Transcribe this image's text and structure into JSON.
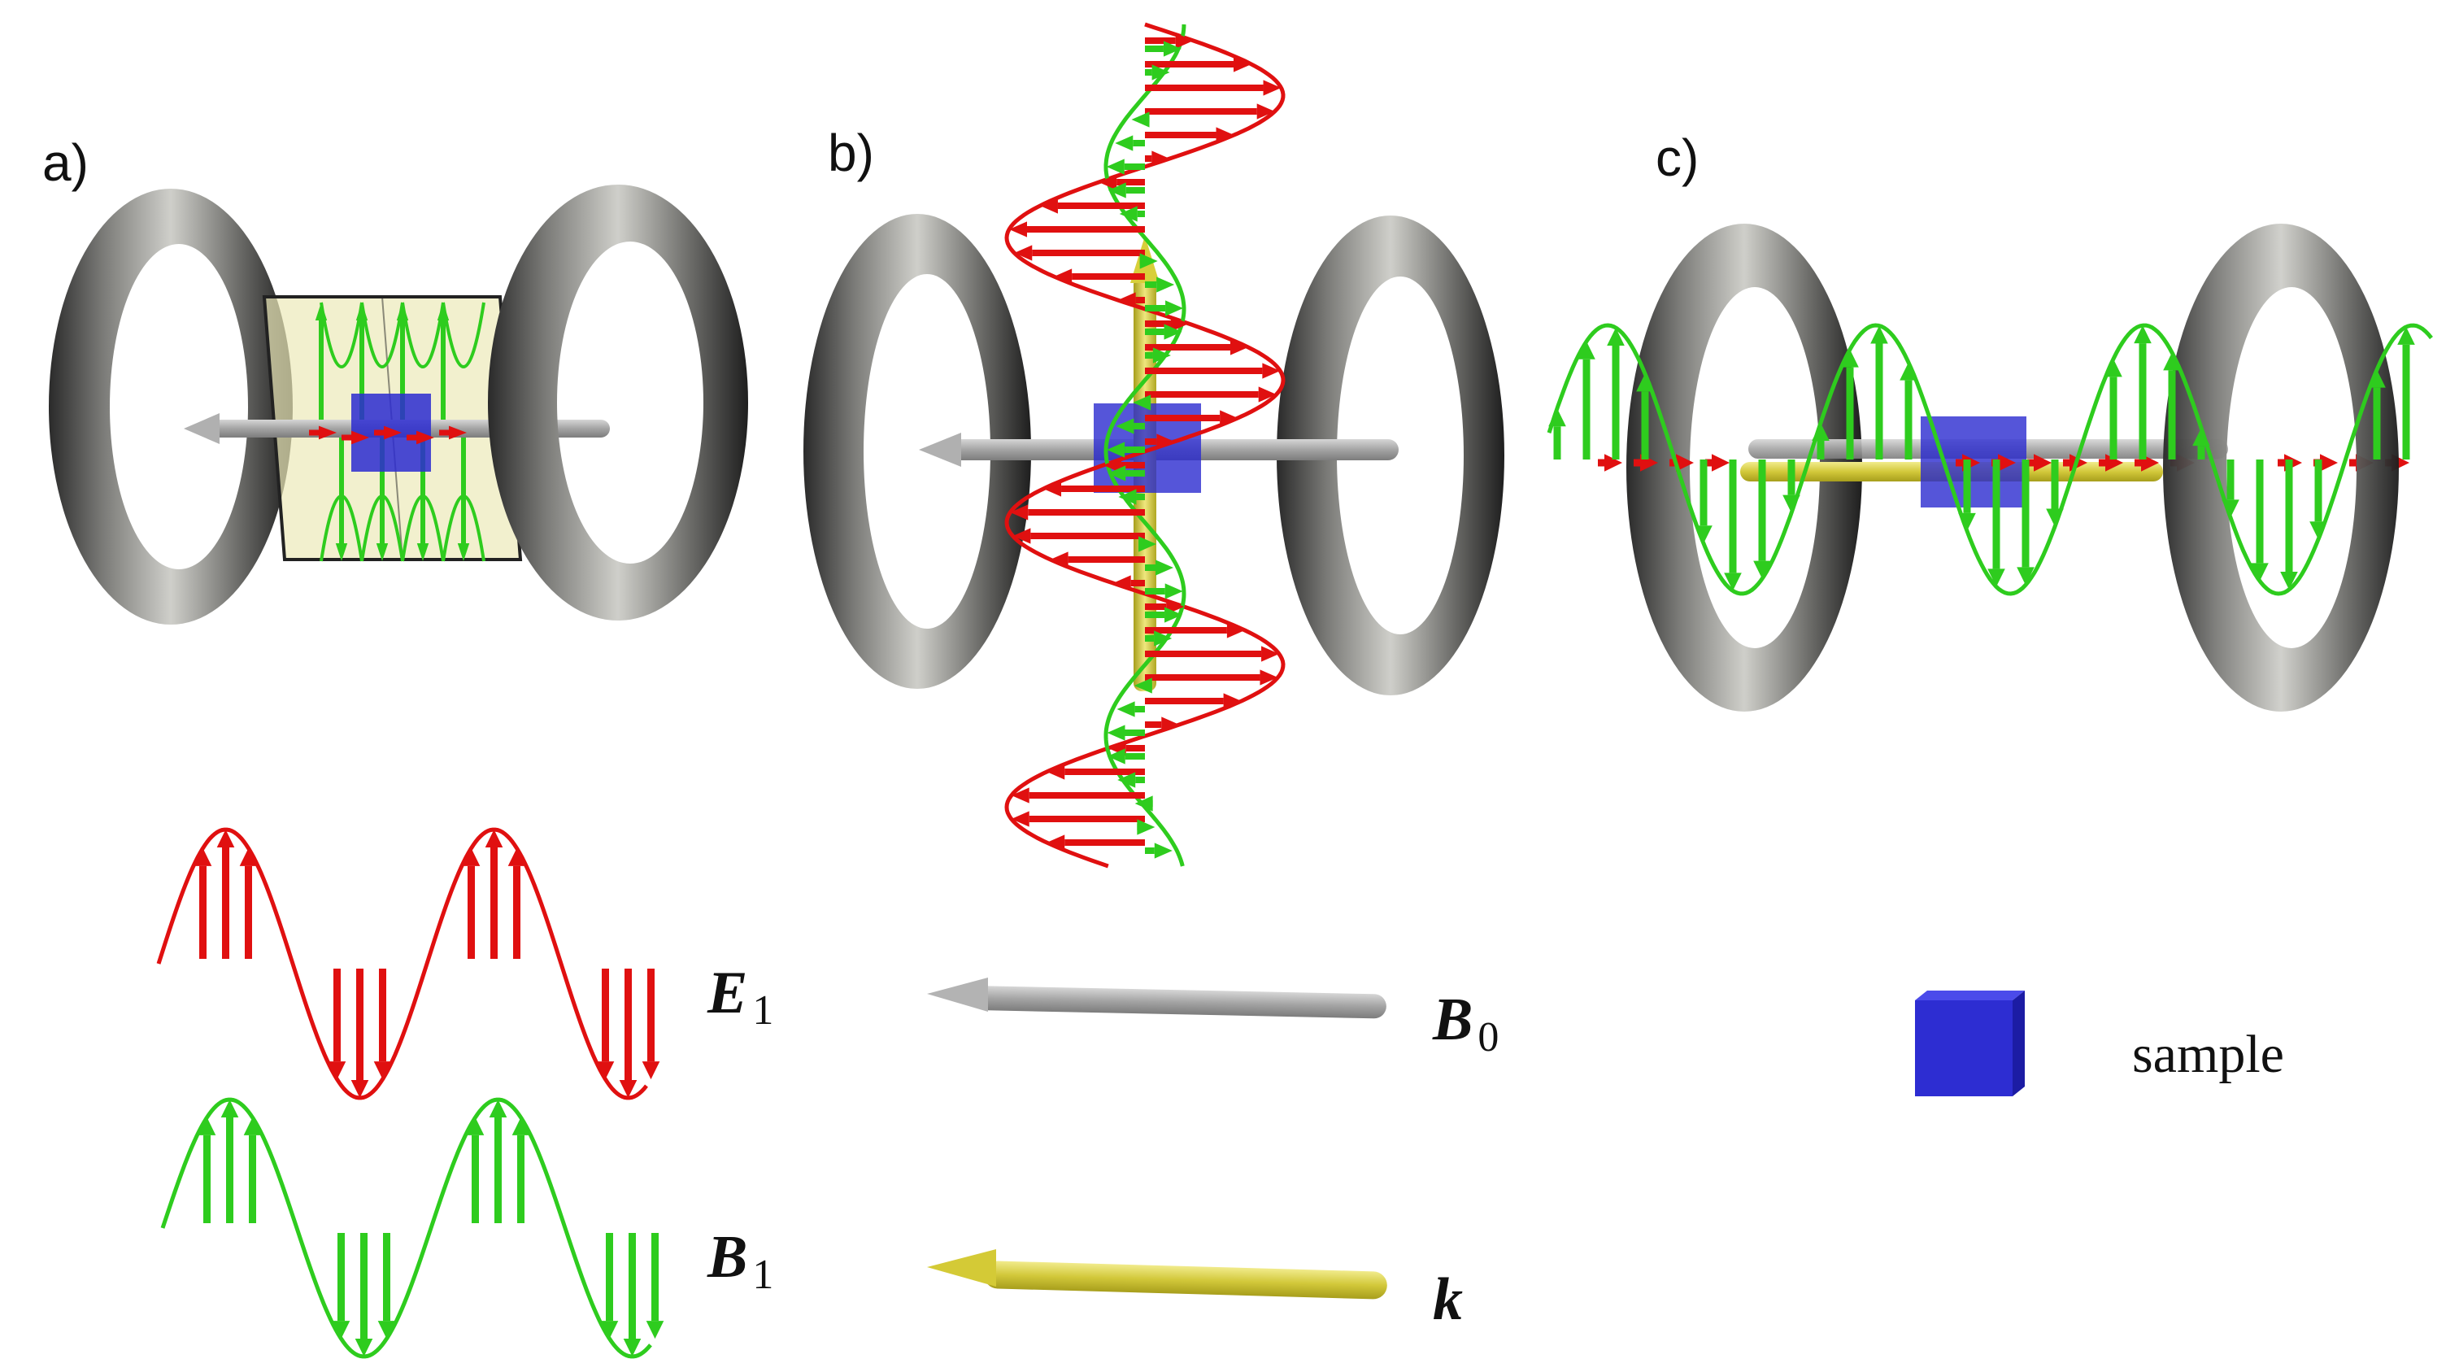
{
  "panels": [
    {
      "label": "a)"
    },
    {
      "label": "b)"
    },
    {
      "label": "c)"
    }
  ],
  "legend": {
    "e_field": {
      "symbol": "E",
      "subscript": "1",
      "color": "#e01010"
    },
    "b_field": {
      "symbol": "B",
      "subscript": "1",
      "color": "#2ecc1e"
    },
    "static_field": {
      "symbol": "B",
      "subscript": "0",
      "color": "#a8a8a8"
    },
    "wave_vector": {
      "symbol": "k",
      "color": "#d8cf3a"
    },
    "sample": {
      "text": "sample",
      "color": "#2323c8"
    }
  },
  "colors": {
    "coil": "#8e8e8a",
    "resonator": "#e9e6b5"
  },
  "icons": [
    "helmholtz-coil",
    "wave-arrow",
    "sample-cube"
  ]
}
